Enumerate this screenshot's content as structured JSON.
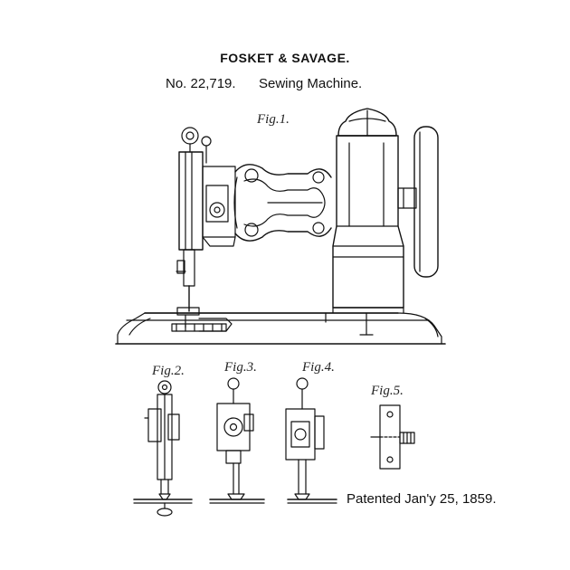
{
  "header": {
    "title": "FOSKET & SAVAGE.",
    "patent_number": "No. 22,719.",
    "subject": "Sewing Machine."
  },
  "footer": {
    "patent_date": "Patented Jan'y 25, 1859."
  },
  "figures": {
    "fig1": "Fig.1.",
    "fig2": "Fig.2.",
    "fig3": "Fig.3.",
    "fig4": "Fig.4.",
    "fig5": "Fig.5."
  },
  "colors": {
    "ink": "#111111",
    "paper": "#ffffff"
  }
}
